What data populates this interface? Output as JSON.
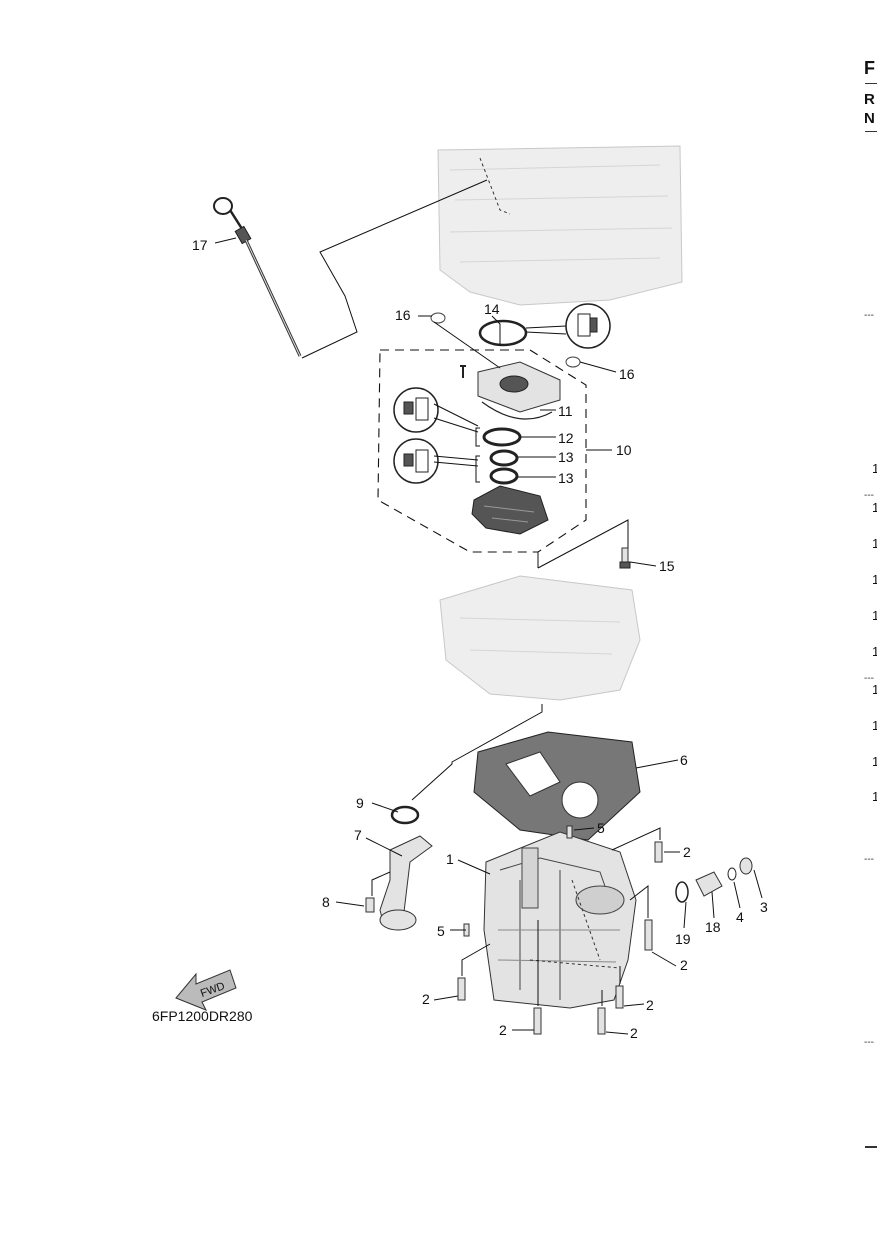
{
  "diagram_code": "6FP1200DR280",
  "fwd_label": "FWD",
  "edge_header": {
    "line1": "F",
    "line2": "R",
    "line3": "N"
  },
  "edge_numbers": [
    "1",
    "1",
    "1",
    "1",
    "1",
    "1",
    "1",
    "1",
    "1",
    "1"
  ],
  "callouts": {
    "c1": "1",
    "c2a": "2",
    "c2b": "2",
    "c2c": "2",
    "c2d": "2",
    "c2e": "2",
    "c2f": "2",
    "c3": "3",
    "c4": "4",
    "c5a": "5",
    "c5b": "5",
    "c6": "6",
    "c7": "7",
    "c8": "8",
    "c9": "9",
    "c10": "10",
    "c11": "11",
    "c12": "12",
    "c13a": "13",
    "c13b": "13",
    "c14": "14",
    "c15": "15",
    "c16a": "16",
    "c16b": "16",
    "c17": "17",
    "c18": "18",
    "c19": "19"
  },
  "colors": {
    "ink": "#111111",
    "part_fill": "#e3e3e3",
    "ghost_fill": "#eeeeee"
  }
}
